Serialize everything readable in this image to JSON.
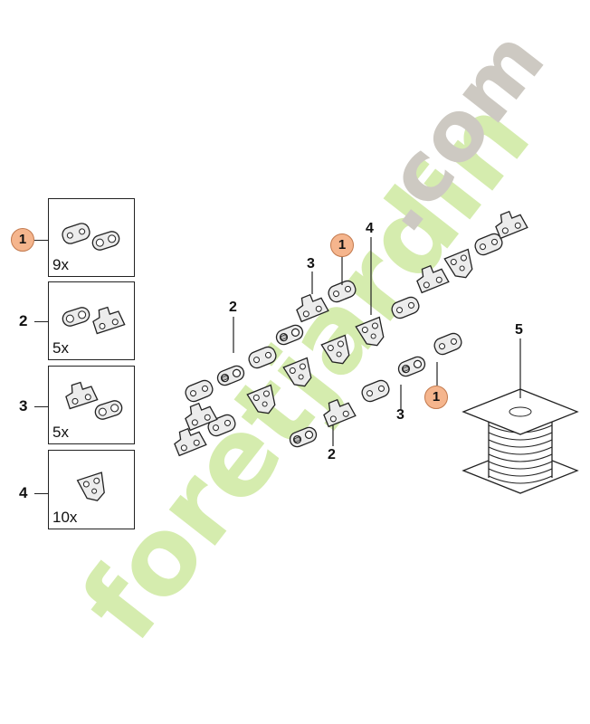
{
  "watermark": {
    "text_main": "foretjardin",
    "text_dom": ".com"
  },
  "parts": [
    {
      "number": "1",
      "qty": "9x",
      "highlighted": true
    },
    {
      "number": "2",
      "qty": "5x",
      "highlighted": false
    },
    {
      "number": "3",
      "qty": "5x",
      "highlighted": false
    },
    {
      "number": "4",
      "qty": "10x",
      "highlighted": false
    }
  ],
  "callouts": {
    "top_badge": "1",
    "top_2": "2",
    "top_3": "3",
    "top_4": "4",
    "spool_5": "5",
    "bottom_badge": "1",
    "bottom_3": "3",
    "bottom_2": "2"
  },
  "colors": {
    "badge_fill": "#f5b58d",
    "watermark_green": "#d5ecae",
    "watermark_gray": "#cdc9c2",
    "line": "#222222"
  }
}
